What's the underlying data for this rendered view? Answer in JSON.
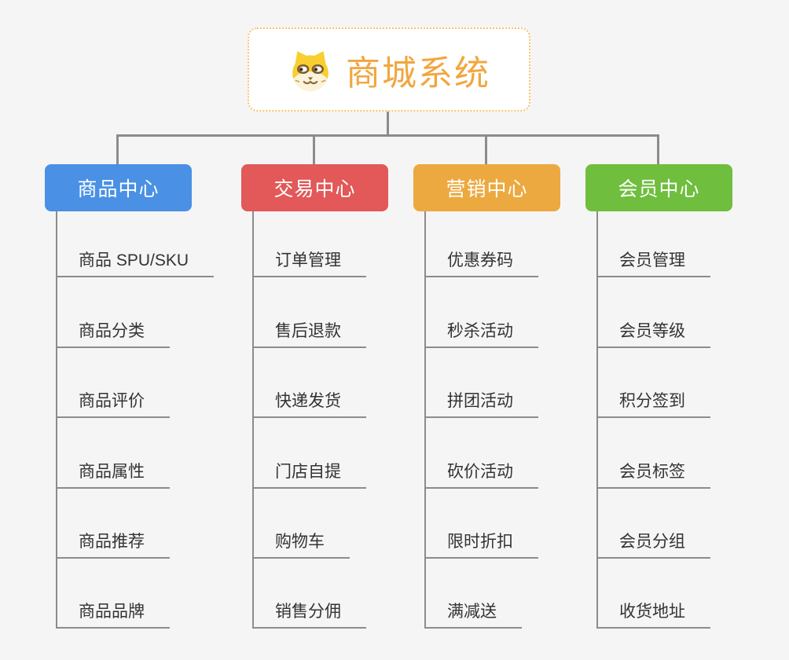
{
  "root": {
    "title": "商城系统",
    "icon": "dog-face-icon",
    "accent": "#F2A63E",
    "border_color": "#F7C36B"
  },
  "style": {
    "background": "#F5F5F5",
    "connector_color": "#8C8C8C",
    "child_text_color": "#333333"
  },
  "branches": [
    {
      "label": "商品中心",
      "color": "#4A90E5",
      "children": [
        "商品 SPU/SKU",
        "商品分类",
        "商品评价",
        "商品属性",
        "商品推荐",
        "商品品牌"
      ]
    },
    {
      "label": "交易中心",
      "color": "#E35858",
      "children": [
        "订单管理",
        "售后退款",
        "快递发货",
        "门店自提",
        "购物车",
        "销售分佣"
      ]
    },
    {
      "label": "营销中心",
      "color": "#ECA93F",
      "children": [
        "优惠券码",
        "秒杀活动",
        "拼团活动",
        "砍价活动",
        "限时折扣",
        "满减送"
      ]
    },
    {
      "label": "会员中心",
      "color": "#6FBE3E",
      "children": [
        "会员管理",
        "会员等级",
        "积分签到",
        "会员标签",
        "会员分组",
        "收货地址"
      ]
    }
  ]
}
